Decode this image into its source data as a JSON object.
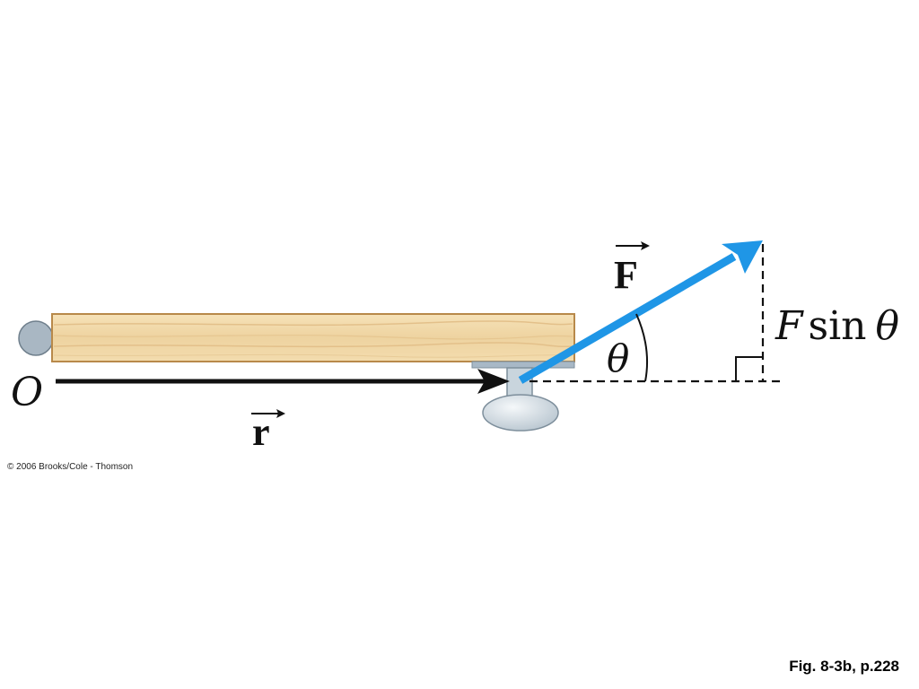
{
  "labels": {
    "origin": "O",
    "r_vector": "r",
    "f_vector": "F",
    "angle": "θ",
    "component_F": "F",
    "component_sin": "sin",
    "component_theta": "θ"
  },
  "credit": "© 2006 Brooks/Cole - Thomson",
  "figure_ref": "Fig. 8-3b, p.228",
  "colors": {
    "board_fill": "#f2d9a8",
    "board_border": "#b8894a",
    "pivot": "#a9b7c3",
    "force_arrow": "#1f96e6",
    "r_arrow": "#111111",
    "bolt": "#dde6ec"
  }
}
